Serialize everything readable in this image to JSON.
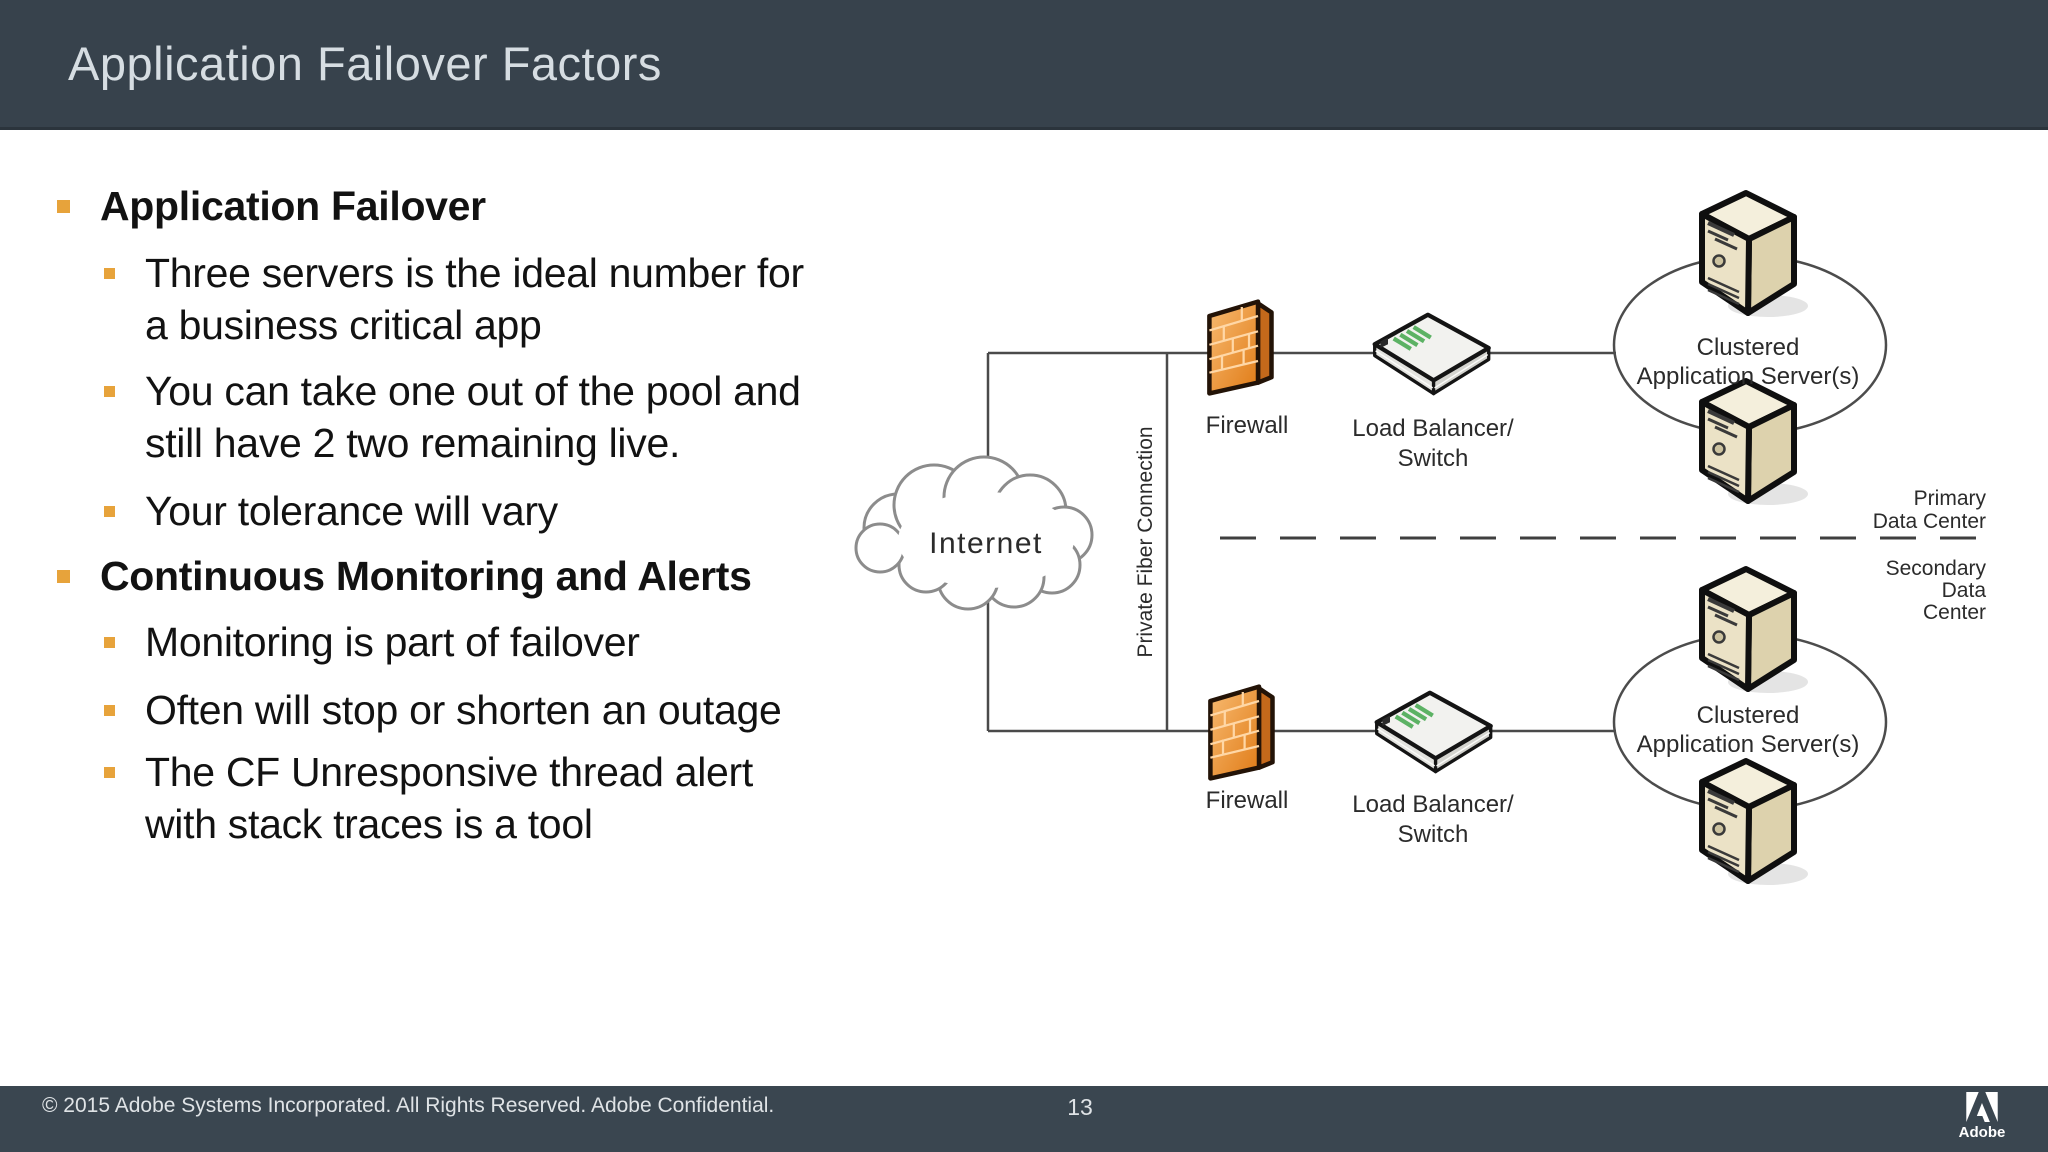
{
  "slide": {
    "title": "Application Failover Factors",
    "page_number": "13",
    "copyright": "© 2015 Adobe Systems Incorporated.  All Rights Reserved.  Adobe Confidential.",
    "brand": "Adobe"
  },
  "bullets": [
    {
      "level": 1,
      "lines": [
        "Application Failover"
      ]
    },
    {
      "level": 2,
      "lines": [
        "Three servers is the ideal number for",
        "a business critical app"
      ]
    },
    {
      "level": 2,
      "lines": [
        "You can take one out of the pool and",
        "still have 2 two remaining live."
      ]
    },
    {
      "level": 2,
      "lines": [
        "Your tolerance will vary"
      ]
    },
    {
      "level": 1,
      "lines": [
        "Continuous Monitoring and Alerts"
      ]
    },
    {
      "level": 2,
      "lines": [
        "Monitoring is part of failover"
      ]
    },
    {
      "level": 2,
      "lines": [
        "Often will stop or shorten an outage"
      ]
    },
    {
      "level": 2,
      "lines": [
        "The CF Unresponsive thread alert",
        "with stack traces is a tool"
      ]
    }
  ],
  "diagram": {
    "internet": "Internet",
    "fiber": "Private Fiber Connection",
    "firewall_top": "Firewall",
    "firewall_bottom": "Firewall",
    "lb_top": {
      "line1": "Load Balancer/",
      "line2": "Switch"
    },
    "lb_bottom": {
      "line1": "Load Balancer/",
      "line2": "Switch"
    },
    "cluster_top": {
      "line1": "Clustered",
      "line2": "Application Server(s)"
    },
    "cluster_bottom": {
      "line1": "Clustered",
      "line2": "Application Server(s)"
    },
    "primary": {
      "line1": "Primary",
      "line2": "Data Center"
    },
    "secondary": {
      "line1": "Secondary",
      "line2": "Data",
      "line3": "Center"
    }
  },
  "colors": {
    "header_bg": "#37424c",
    "footer_bg": "#3a4650",
    "bullet_accent": "#e7a33b",
    "firewall_orange": "#ef9843",
    "firewall_side": "#c4691b",
    "server_beige": "#ebe2c6",
    "lb_green": "#5cb264",
    "line_gray": "#4a4a4a"
  }
}
